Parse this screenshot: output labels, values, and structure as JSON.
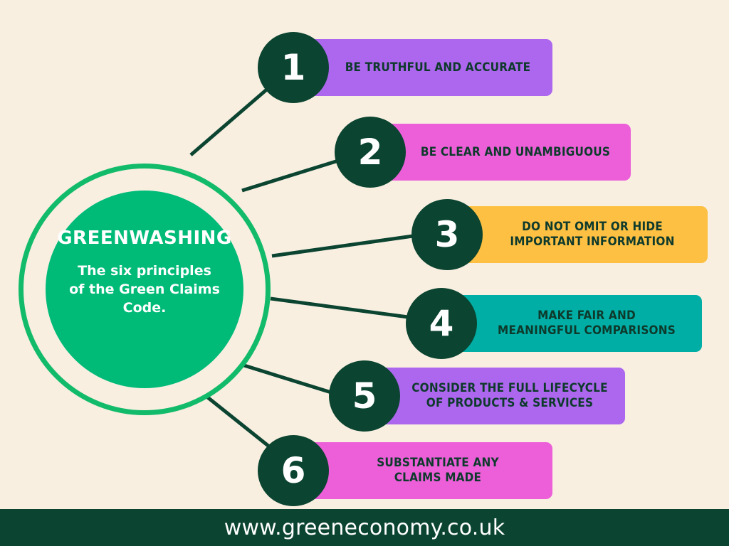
{
  "hub": {
    "title": "GREENWASHING",
    "subtitle_lines": [
      "The six principles",
      "of the Green Claims",
      "Code."
    ]
  },
  "principles": [
    {
      "number": "1",
      "lines": [
        "BE TRUTHFUL AND ACCURATE"
      ],
      "color": "#ac67ee"
    },
    {
      "number": "2",
      "lines": [
        "BE CLEAR AND UNAMBIGUOUS"
      ],
      "color": "#ec5fd8"
    },
    {
      "number": "3",
      "lines": [
        "DO NOT OMIT OR HIDE",
        "IMPORTANT INFORMATION"
      ],
      "color": "#fdc043"
    },
    {
      "number": "4",
      "lines": [
        "MAKE FAIR AND",
        "MEANINGFUL COMPARISONS"
      ],
      "color": "#00aea6"
    },
    {
      "number": "5",
      "lines": [
        "CONSIDER THE FULL LIFECYCLE",
        "OF PRODUCTS & SERVICES"
      ],
      "color": "#ac67ee"
    },
    {
      "number": "6",
      "lines": [
        "SUBSTANTIATE ANY",
        "CLAIMS MADE"
      ],
      "color": "#ec5fd8"
    }
  ],
  "footer": {
    "url": "www.greeneconomy.co.uk"
  },
  "colors": {
    "background": "#f8efe1",
    "dark_green": "#0b4430",
    "hub_green": "#00bb78",
    "ring_green": "#12bb6a",
    "text_dark": "#0e3a2c"
  }
}
